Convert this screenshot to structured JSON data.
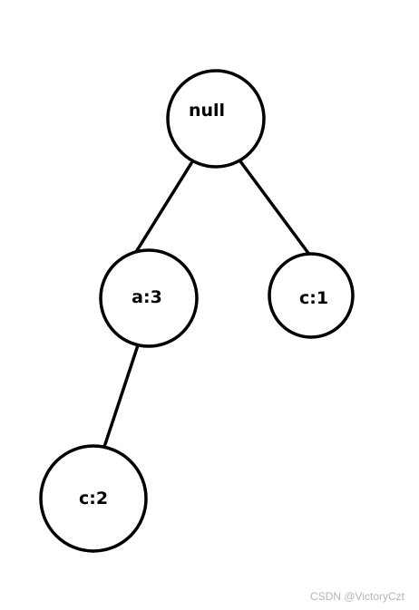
{
  "diagram": {
    "nodes": [
      {
        "id": "root",
        "label": "null"
      },
      {
        "id": "a3",
        "label": "a:3"
      },
      {
        "id": "c1",
        "label": "c:1"
      },
      {
        "id": "c2",
        "label": "c:2"
      }
    ],
    "edges": [
      {
        "from": "root",
        "to": "a3"
      },
      {
        "from": "root",
        "to": "c1"
      },
      {
        "from": "a3",
        "to": "c2"
      }
    ],
    "colors": {
      "stroke": "#000000",
      "background": "#ffffff",
      "watermark": "#b5b5b5"
    }
  },
  "watermark": {
    "text": "CSDN @VictoryCzt"
  }
}
